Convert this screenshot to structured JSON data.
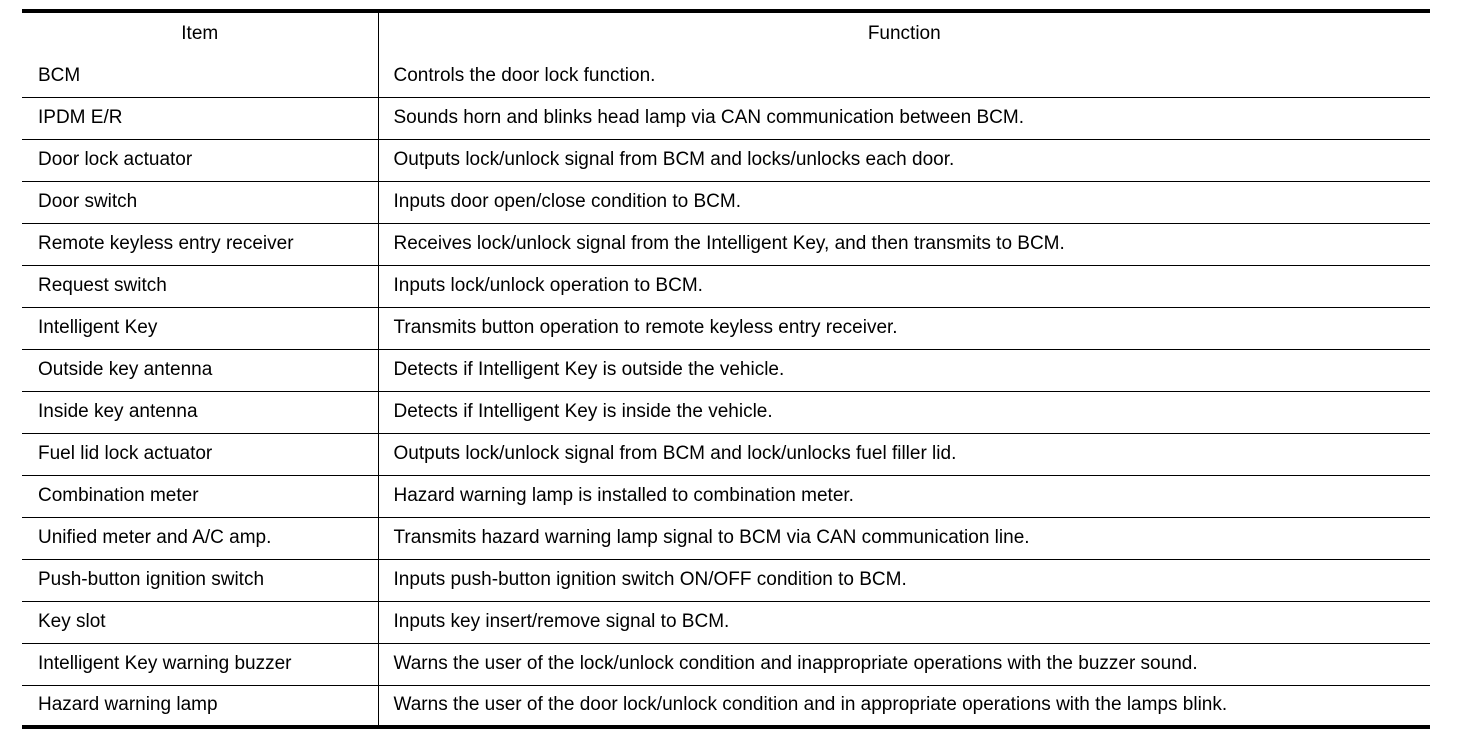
{
  "table": {
    "name": "component-parts-function-table",
    "columns": [
      {
        "key": "item",
        "header": "Item",
        "align": "center"
      },
      {
        "key": "function",
        "header": "Function",
        "align": "center"
      }
    ],
    "rows": [
      {
        "item": "BCM",
        "function": "Controls the door lock function."
      },
      {
        "item": "IPDM E/R",
        "function": "Sounds horn and blinks head lamp via CAN communication between BCM."
      },
      {
        "item": "Door lock actuator",
        "function": "Outputs lock/unlock signal from BCM and locks/unlocks each door."
      },
      {
        "item": "Door switch",
        "function": "Inputs door open/close condition to BCM."
      },
      {
        "item": "Remote keyless entry receiver",
        "function": "Receives lock/unlock signal from the Intelligent Key, and then transmits to BCM."
      },
      {
        "item": "Request switch",
        "function": "Inputs lock/unlock operation to BCM."
      },
      {
        "item": "Intelligent Key",
        "function": "Transmits button operation to remote keyless entry receiver."
      },
      {
        "item": "Outside key antenna",
        "function": "Detects if Intelligent Key is outside the vehicle."
      },
      {
        "item": "Inside key antenna",
        "function": "Detects if Intelligent Key is inside the vehicle."
      },
      {
        "item": "Fuel lid lock actuator",
        "function": "Outputs lock/unlock signal from BCM and lock/unlocks fuel filler lid."
      },
      {
        "item": "Combination meter",
        "function": "Hazard warning lamp is installed to combination meter."
      },
      {
        "item": "Unified meter and A/C amp.",
        "function": "Transmits hazard warning lamp signal to BCM via CAN communication line."
      },
      {
        "item": "Push-button ignition switch",
        "function": "Inputs push-button ignition switch ON/OFF condition to BCM."
      },
      {
        "item": "Key slot",
        "function": "Inputs key insert/remove signal to BCM."
      },
      {
        "item": "Intelligent Key warning buzzer",
        "function": "Warns the user of the lock/unlock condition and inappropriate operations with the buzzer sound."
      },
      {
        "item": "Hazard warning lamp",
        "function": "Warns the user of the door lock/unlock condition and in appropriate operations with the lamps blink."
      }
    ]
  },
  "colors": {
    "text": "#000000",
    "background": "#ffffff",
    "rule": "#000000"
  }
}
